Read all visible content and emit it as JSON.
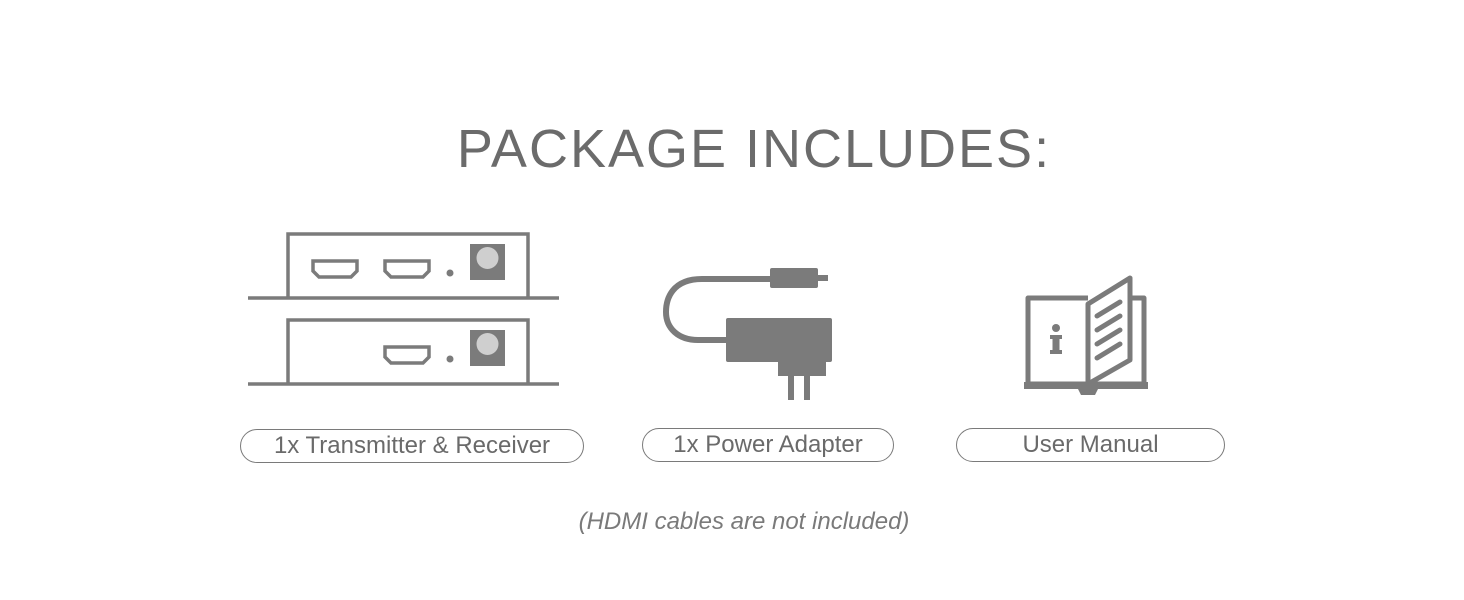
{
  "heading": "PACKAGE INCLUDES:",
  "items": [
    {
      "label": "1x Transmitter & Receiver",
      "icon": "transmitter-receiver-icon"
    },
    {
      "label": "1x Power Adapter",
      "icon": "power-adapter-icon"
    },
    {
      "label": "User Manual",
      "icon": "user-manual-icon"
    }
  ],
  "footnote": "(HDMI cables are not included)",
  "colors": {
    "icon_stroke": "#7b7b7b",
    "text": "#6b6b6b",
    "background": "#ffffff"
  }
}
